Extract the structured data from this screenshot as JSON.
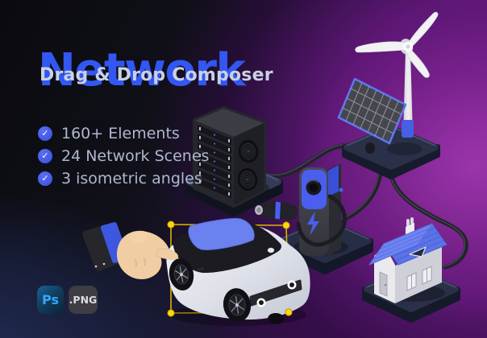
{
  "header": {
    "title": "Network",
    "subtitle": "Drag & Drop Composer"
  },
  "features": {
    "check_glyph": "✓",
    "items": [
      {
        "label": "160+ Elements"
      },
      {
        "label": "24 Network Scenes"
      },
      {
        "label": "3 isometric angles"
      }
    ]
  },
  "badges": {
    "photoshop_label": "Ps",
    "png_label": ".PNG"
  },
  "illustration": {
    "objects": [
      "server-rack",
      "wind-turbine",
      "solar-panel",
      "ev-charging-station",
      "electric-car",
      "smart-house",
      "pointer-hand",
      "power-cables"
    ],
    "selected_object": "electric-car"
  },
  "colors": {
    "title_blue": "#3257f2",
    "background_magenta": "#7c2292",
    "background_navy": "#141a33",
    "selection_yellow": "#ffd60e",
    "bullet_blue": "#4156e8",
    "photoshop_cyan": "#31a8ff",
    "car_roof_blue": "#6b81f0"
  }
}
